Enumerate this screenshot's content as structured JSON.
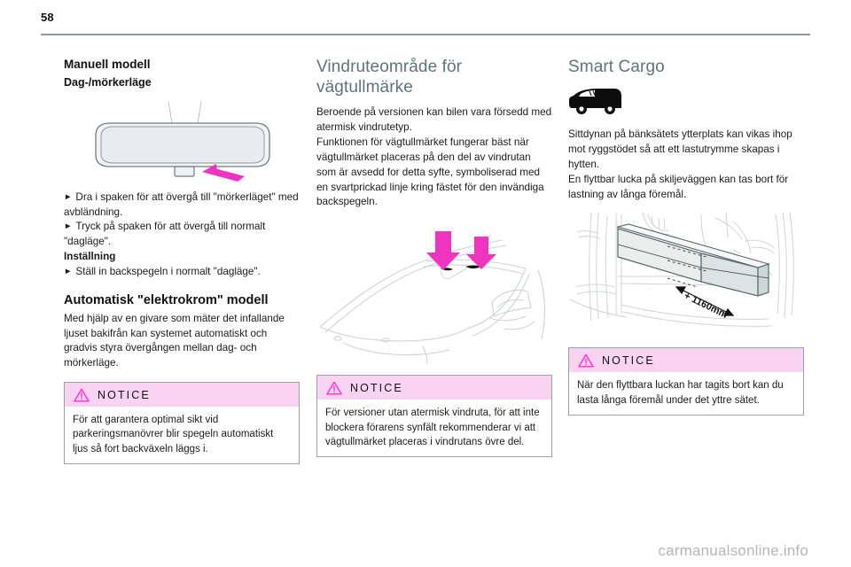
{
  "header": {
    "page_number": "58"
  },
  "footer": {
    "watermark": "carmanualsonline.info"
  },
  "colors": {
    "heading": "#5d7478",
    "notice_header_bg": "#f9d3f2",
    "notice_accent": "#ff2fd0",
    "arrow_magenta": "#ef34c0",
    "rule": "#8e9ba3"
  },
  "column_1": {
    "heading": "Manuell modell",
    "subheading": "Dag-/mörkerläge",
    "figure": {
      "name": "rearview-mirror-illustration",
      "caption": ""
    },
    "bullets": [
      "Dra i spaken för att övergå till \"mörkerläget\" med avbländning.",
      "Tryck på spaken för att övergå till normalt \"dagläge\"."
    ],
    "setting_label": "Inställning",
    "setting_bullet": "Ställ in backspegeln i normalt \"dagläge\".",
    "auto_heading": "Automatisk \"elektrokrom\" modell",
    "auto_body": "Med hjälp av en givare som mäter det infallande ljuset bakifrån kan systemet automatiskt och gradvis styra övergången mellan dag- och mörkerläge.",
    "notice": {
      "label": "NOTICE",
      "text": "För att garantera optimal sikt vid parkeringsmanövrer blir spegeln automatiskt ljus så fort backväxeln läggs i."
    }
  },
  "column_2": {
    "heading": "Vindruteområde för vägtullmärke",
    "body_1": "Beroende på versionen kan bilen vara försedd med atermisk vindrutetyp.",
    "body_2": "Funktionen för vägtullmärket fungerar bäst när vägtullmärket placeras på den del av vindrutan som är avsedd for detta syfte, symboliserad med en svartprickad linje kring fästet för den invändiga backspegeln.",
    "figure": {
      "name": "windscreen-toll-badge-illustration",
      "caption": ""
    },
    "notice": {
      "label": "NOTICE",
      "text": "För versioner utan atermisk vindruta, för att inte blockera förarens synfält rekommenderar vi att vägtullmärket placeras i vindrutans övre del."
    }
  },
  "column_3": {
    "heading": "Smart Cargo",
    "icon": {
      "name": "van-icon"
    },
    "body_1": "Sittdynan på bänksätets ytterplats kan vikas ihop mot ryggstödet så att ett lastutrymme skapas i hytten.",
    "body_2": "En flyttbar lucka på skiljeväggen kan tas bort för lastning av långa föremål.",
    "figure": {
      "name": "cargo-loading-illustration",
      "dimension_label": "+ 1160mm"
    },
    "notice": {
      "label": "NOTICE",
      "text": "När den flyttbara luckan har tagits bort kan du lasta långa föremål under det yttre sätet."
    }
  }
}
